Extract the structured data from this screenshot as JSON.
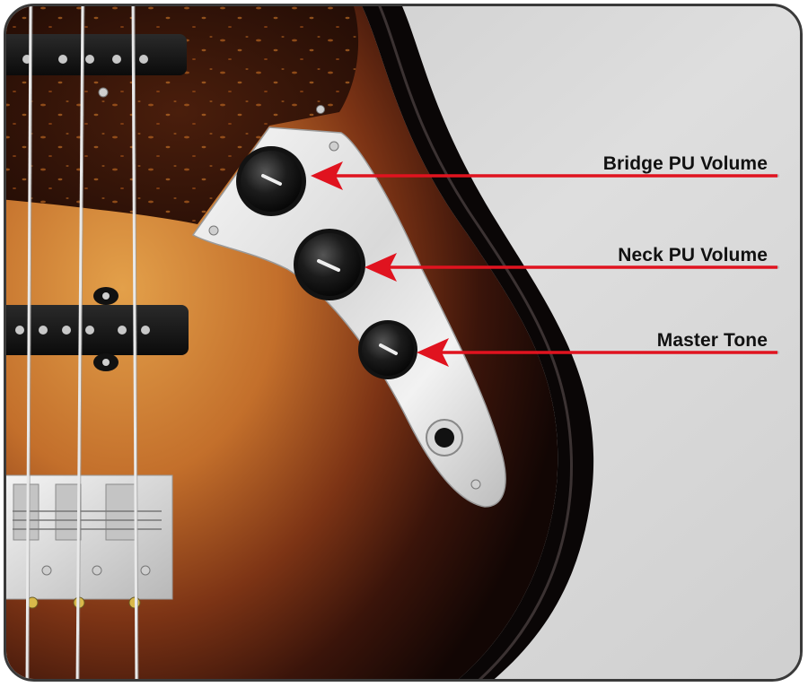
{
  "annotations": [
    {
      "label": "Bridge PU Volume",
      "icon": "arrow-left-icon"
    },
    {
      "label": "Neck PU Volume",
      "icon": "arrow-left-icon"
    },
    {
      "label": "Master Tone",
      "icon": "arrow-left-icon"
    }
  ],
  "colors": {
    "arrow": "#e0131f",
    "background": "#d4d4d4",
    "frame_border": "#3a3a3a",
    "control_plate": "#e8e8e8",
    "body_sunburst_center": "#c8782f",
    "body_sunburst_edge": "#1a0a05",
    "pickguard_tortoise": "#2b1209"
  }
}
